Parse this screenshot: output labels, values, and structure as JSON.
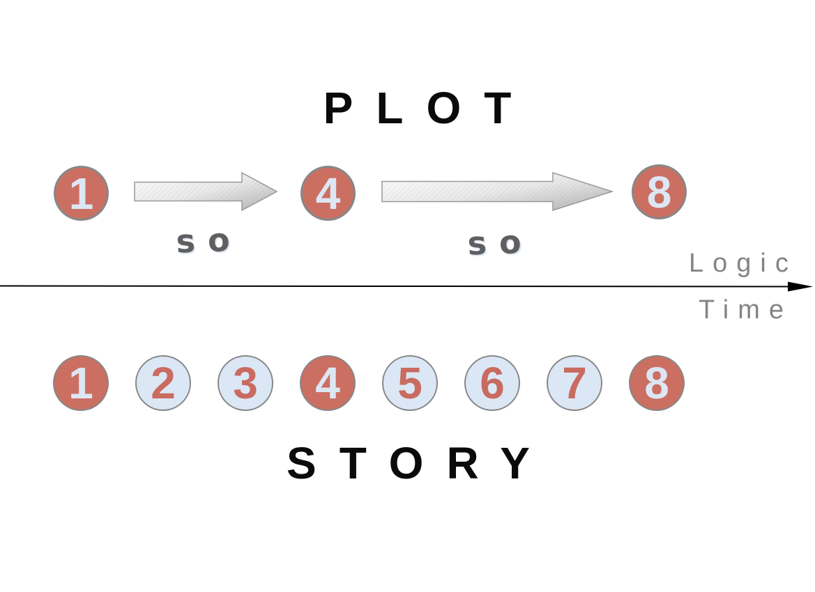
{
  "colors": {
    "highlight_fill": "#cb6f63",
    "highlight_text": "#dce7f3",
    "normal_fill": "#dbe7f5",
    "normal_text": "#c96b60",
    "node_border": "#878787",
    "axis_text": "#848484",
    "so_text": "#5f5f5f",
    "title_text": "#0a0a0a",
    "arrow_fill_light": "#fdfdfd",
    "arrow_fill_dark": "#b0b0b0",
    "arrow_stroke": "#999999",
    "axis_line": "#000000"
  },
  "plot_section": {
    "title": "PLOT",
    "nodes": [
      {
        "label": "1"
      },
      {
        "label": "4"
      },
      {
        "label": "8"
      }
    ],
    "connectors": [
      {
        "label": "so"
      },
      {
        "label": "so"
      }
    ]
  },
  "axis": {
    "top_label": "Logic",
    "bottom_label": "Time"
  },
  "story_section": {
    "title": "STORY",
    "nodes": [
      {
        "label": "1",
        "highlight": true
      },
      {
        "label": "2",
        "highlight": false
      },
      {
        "label": "3",
        "highlight": false
      },
      {
        "label": "4",
        "highlight": true
      },
      {
        "label": "5",
        "highlight": false
      },
      {
        "label": "6",
        "highlight": false
      },
      {
        "label": "7",
        "highlight": false
      },
      {
        "label": "8",
        "highlight": true
      }
    ]
  }
}
